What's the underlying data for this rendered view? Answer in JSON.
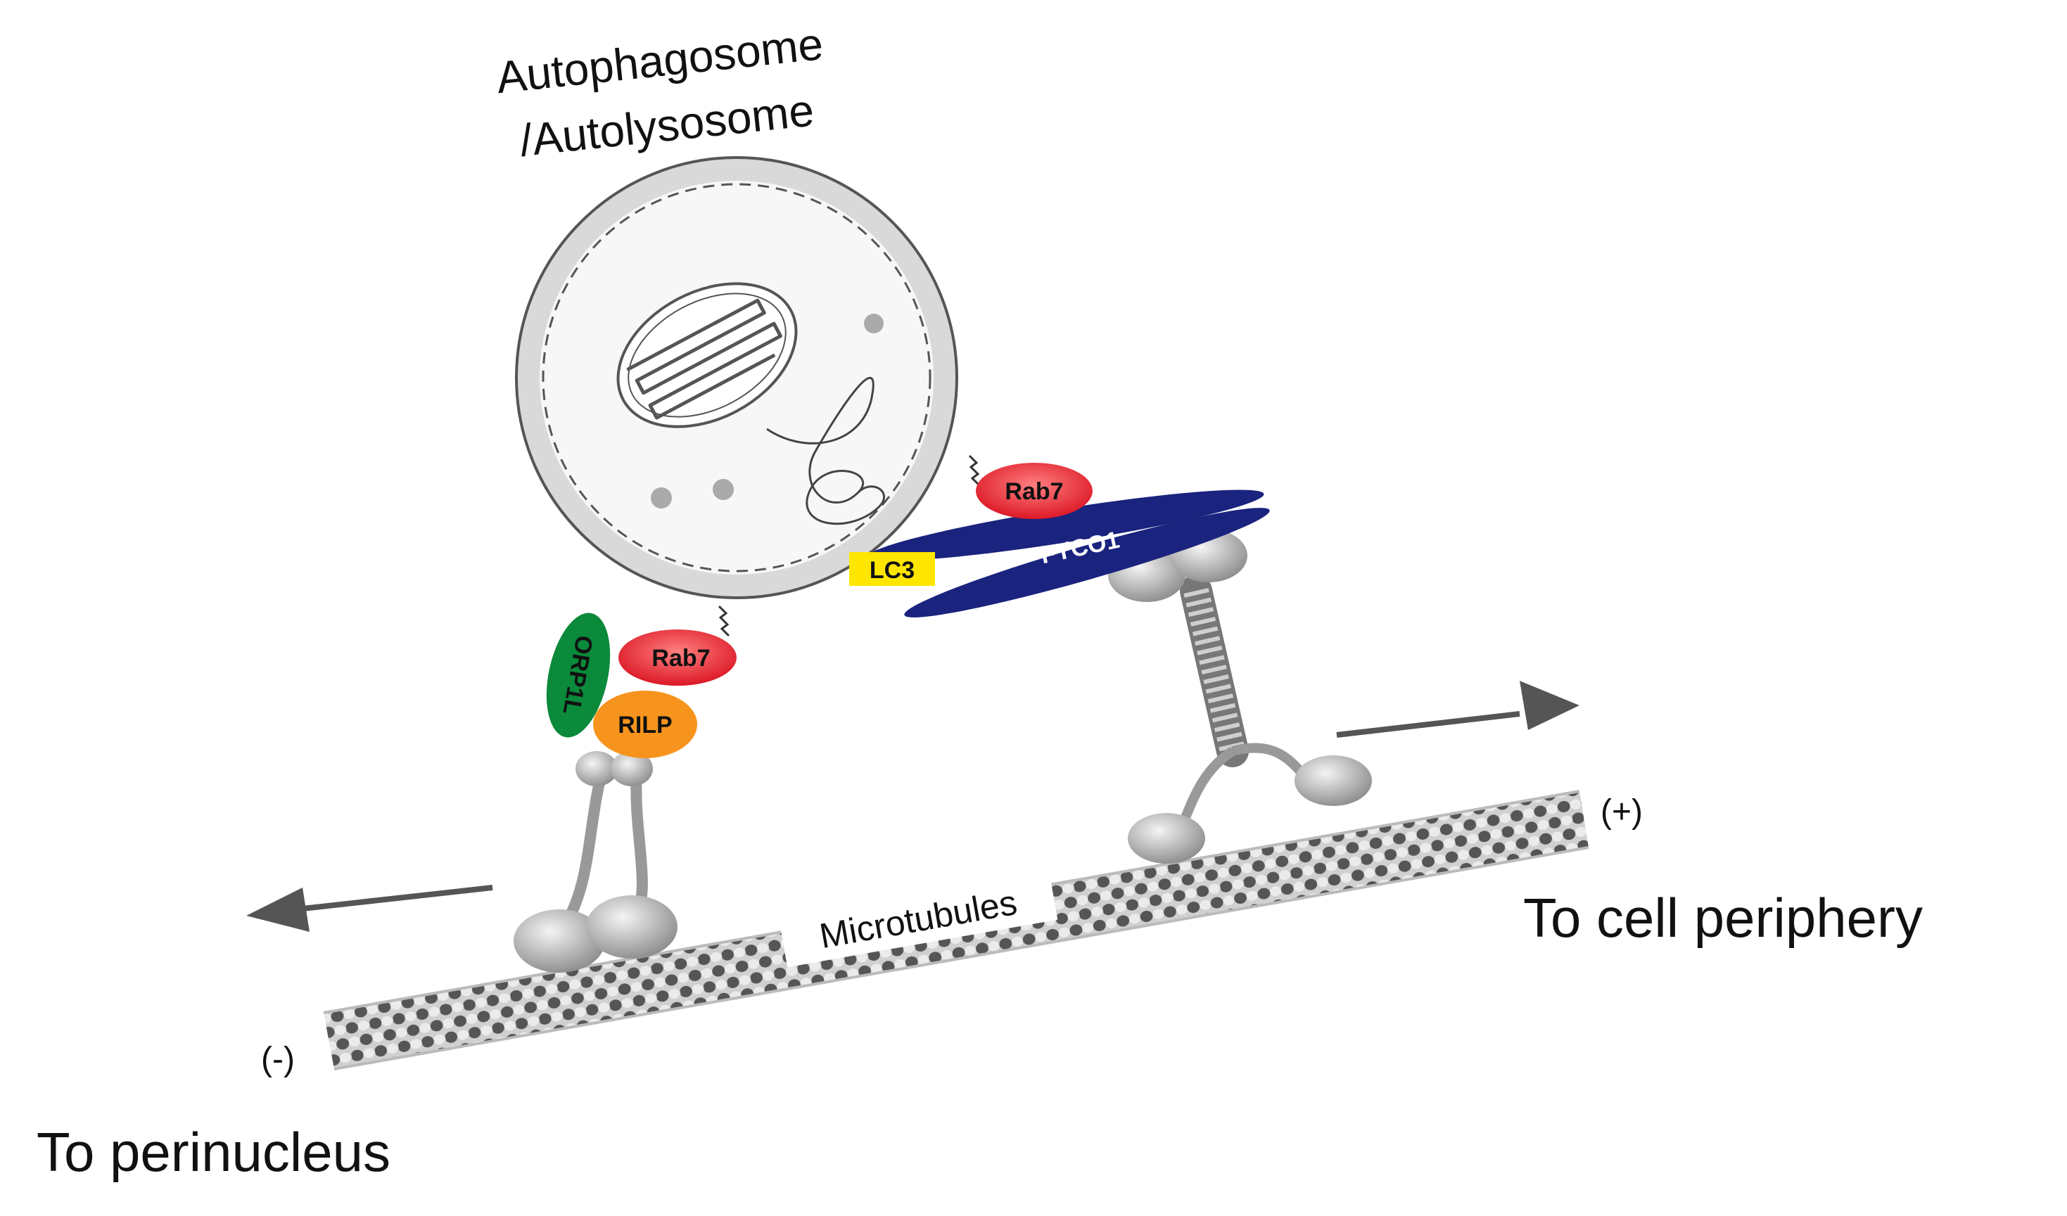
{
  "labels": {
    "vesicle_line1": "Autophagosome",
    "vesicle_line2": "/Autolysosome",
    "microtubules": "Microtubules",
    "minus_end": "(-)",
    "plus_end": "(+)",
    "to_perinucleus": "To perinucleus",
    "to_periphery": "To cell periphery"
  },
  "proteins": {
    "rab7_right": "Rab7",
    "fyco1": "FYCO1",
    "lc3": "LC3",
    "orp1l": "ORP1L",
    "rab7_left": "Rab7",
    "rilp": "RILP"
  },
  "colors": {
    "rab7": "#e8192c",
    "fyco1": "#1a237e",
    "lc3": "#ffe600",
    "orp1l": "#0a8a3a",
    "rilp": "#f7941d",
    "motor": "#a8a8a8",
    "membrane": "#d9d9d9",
    "arrow": "#555555"
  }
}
